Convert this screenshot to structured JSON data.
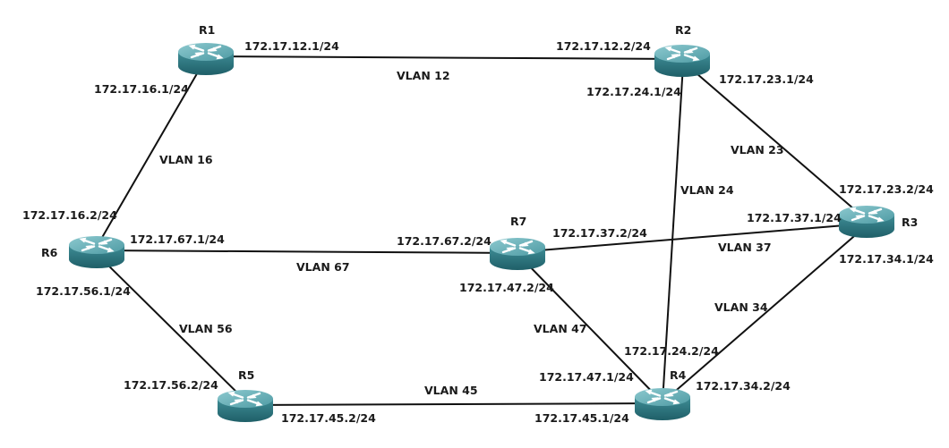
{
  "routers": [
    {
      "id": "R1",
      "name": "R1"
    },
    {
      "id": "R2",
      "name": "R2"
    },
    {
      "id": "R3",
      "name": "R3"
    },
    {
      "id": "R4",
      "name": "R4"
    },
    {
      "id": "R5",
      "name": "R5"
    },
    {
      "id": "R6",
      "name": "R6"
    },
    {
      "id": "R7",
      "name": "R7"
    }
  ],
  "links": [
    {
      "id": "vlan12",
      "vlan": "VLAN 12",
      "a": "R1",
      "b": "R2",
      "ip_a": "172.17.12.1/24",
      "ip_b": "172.17.12.2/24"
    },
    {
      "id": "vlan16",
      "vlan": "VLAN 16",
      "a": "R1",
      "b": "R6",
      "ip_a": "172.17.16.1/24",
      "ip_b": "172.17.16.2/24"
    },
    {
      "id": "vlan23",
      "vlan": "VLAN 23",
      "a": "R2",
      "b": "R3",
      "ip_a": "172.17.23.1/24",
      "ip_b": "172.17.23.2/24"
    },
    {
      "id": "vlan24",
      "vlan": "VLAN 24",
      "a": "R2",
      "b": "R4",
      "ip_a": "172.17.24.1/24",
      "ip_b": "172.17.24.2/24"
    },
    {
      "id": "vlan37",
      "vlan": "VLAN 37",
      "a": "R7",
      "b": "R3",
      "ip_a": "172.17.37.2/24",
      "ip_b": "172.17.37.1/24"
    },
    {
      "id": "vlan34",
      "vlan": "VLAN 34",
      "a": "R3",
      "b": "R4",
      "ip_a": "172.17.34.1/24",
      "ip_b": "172.17.34.2/24"
    },
    {
      "id": "vlan67",
      "vlan": "VLAN 67",
      "a": "R6",
      "b": "R7",
      "ip_a": "172.17.67.1/24",
      "ip_b": "172.17.67.2/24"
    },
    {
      "id": "vlan47",
      "vlan": "VLAN 47",
      "a": "R7",
      "b": "R4",
      "ip_a": "172.17.47.2/24",
      "ip_b": "172.17.47.1/24"
    },
    {
      "id": "vlan56",
      "vlan": "VLAN 56",
      "a": "R6",
      "b": "R5",
      "ip_a": "172.17.56.1/24",
      "ip_b": "172.17.56.2/24"
    },
    {
      "id": "vlan45",
      "vlan": "VLAN 45",
      "a": "R5",
      "b": "R4",
      "ip_a": "172.17.45.2/24",
      "ip_b": "172.17.45.1/24"
    }
  ],
  "colors": {
    "router_top": "#5a9ea6",
    "router_side": "#2f7a84",
    "arrow": "#ffffff",
    "line": "#111111"
  }
}
